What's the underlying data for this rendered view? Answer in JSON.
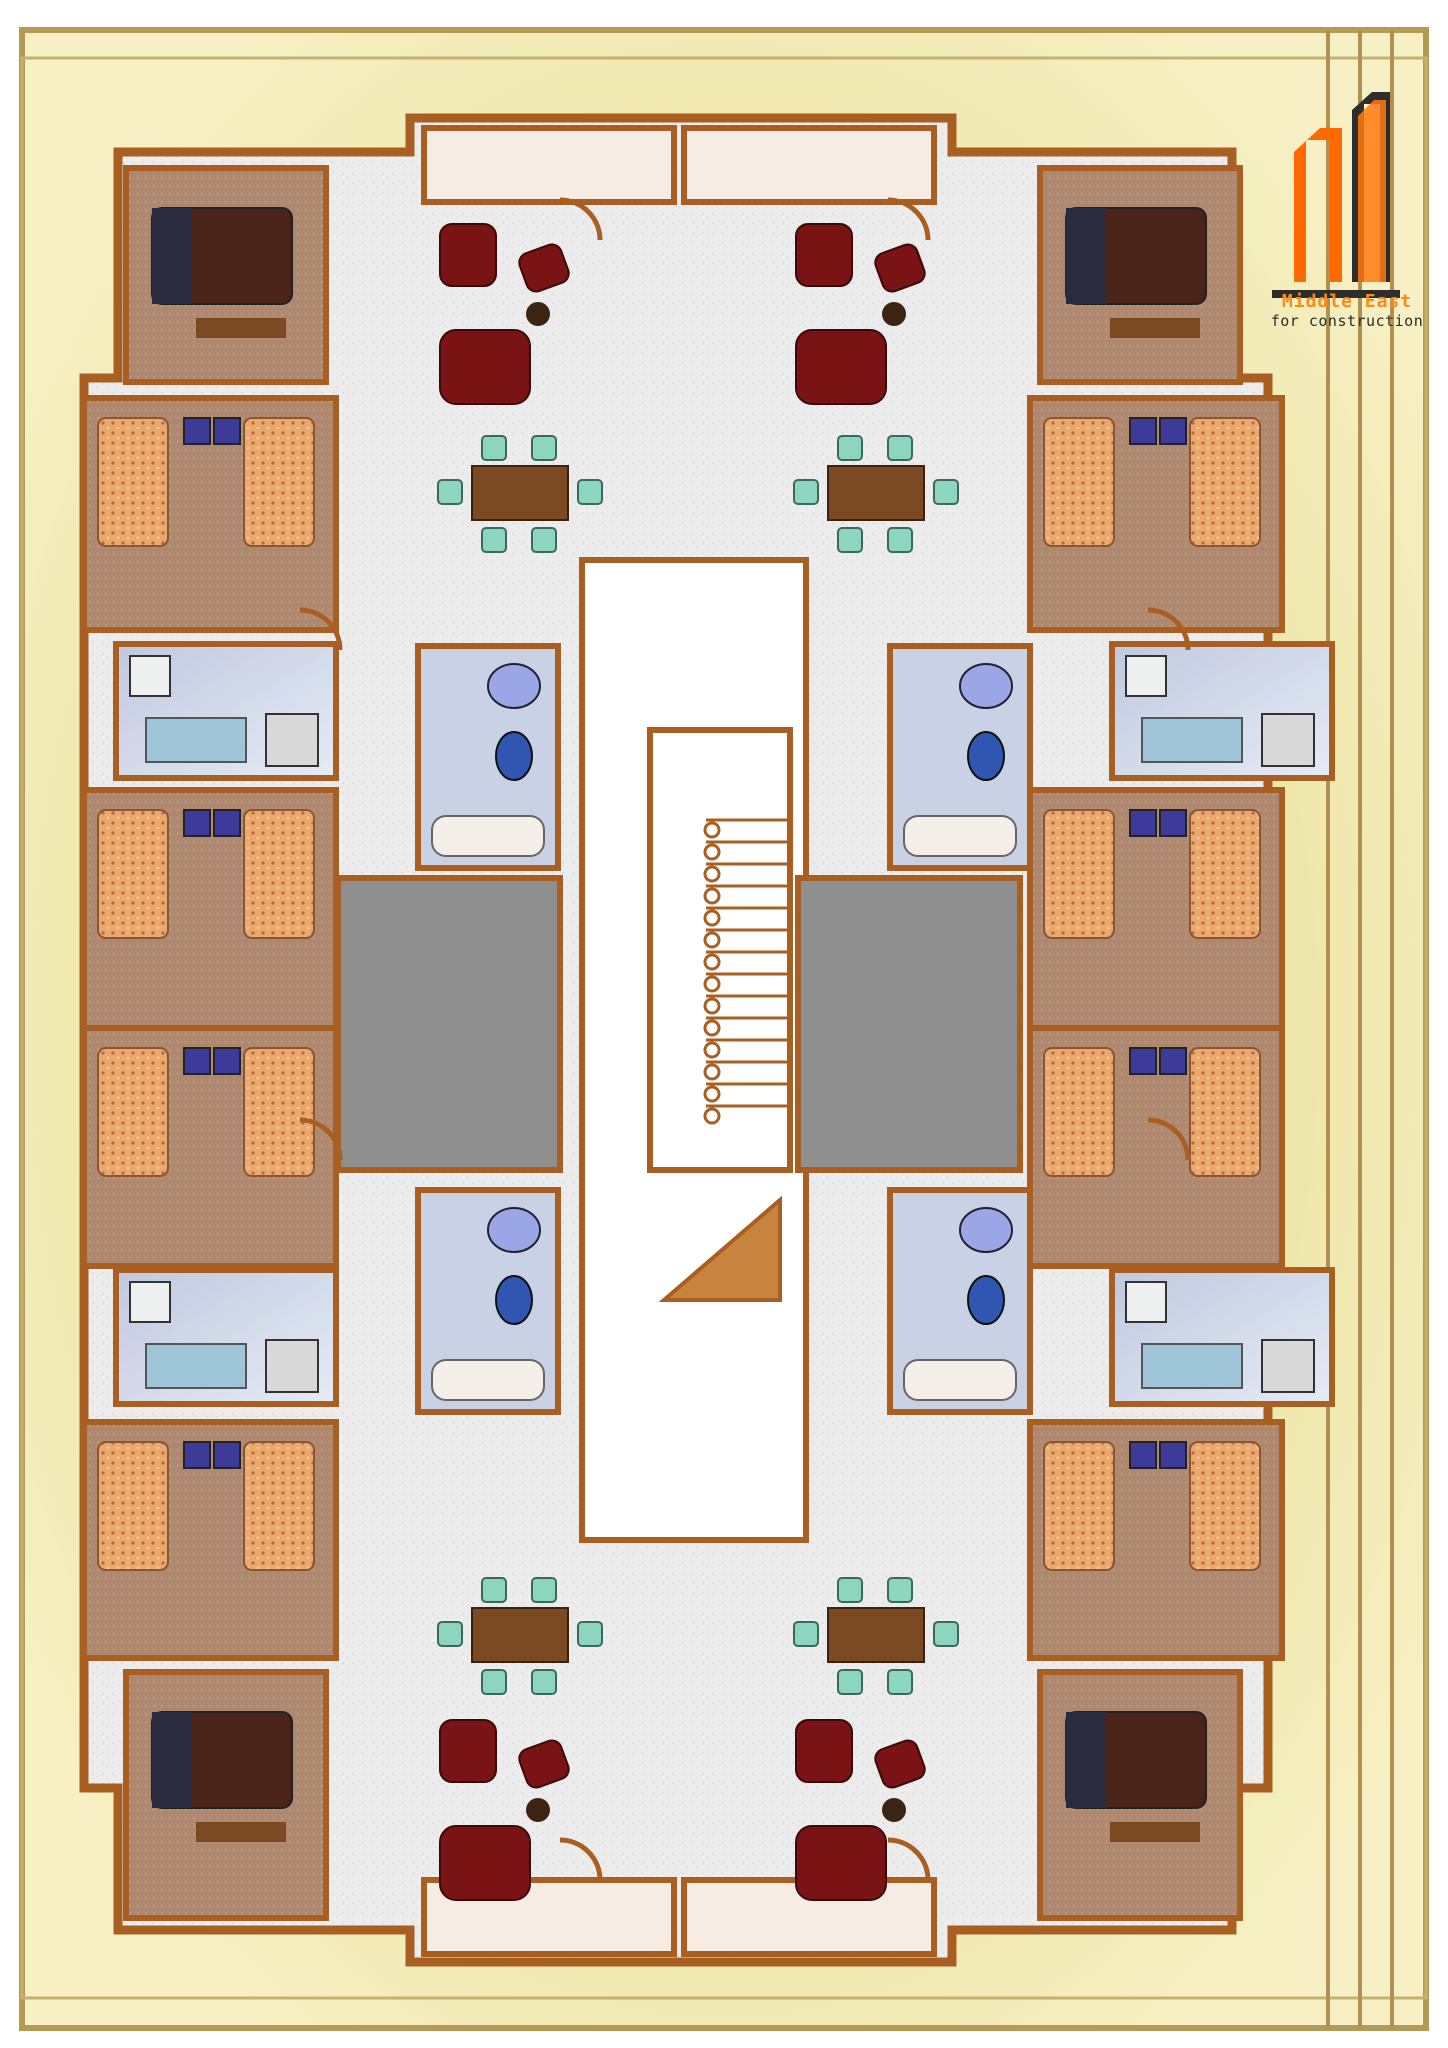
{
  "brand": {
    "name": "Middle East",
    "tagline": "for construction",
    "logo_colors": {
      "primary": "#ff6a00",
      "dark": "#2d2d2d"
    }
  },
  "colors": {
    "site_fill": "#f2ebb5",
    "site_border": "#b59a55",
    "wall": "#a95f22",
    "wall_light": "#c8843e",
    "bedroom_floor": "#b38d73",
    "hall_floor": "#ededed",
    "wet_floor": "#c9d2e4",
    "elevator": "#8f8f8f",
    "balcony": "#f6ece4",
    "bed": "#e8a870",
    "sofa": "#7a1414",
    "table": "#7b4a22",
    "chair": "#8cd6c0"
  },
  "rooms": {
    "bedroom": "bedroom",
    "living": "living-dining",
    "kitchen": "kitchen",
    "bathroom": "bathroom",
    "stair": "stair",
    "elevator": "elevator-shaft",
    "balcony": "balcony"
  }
}
